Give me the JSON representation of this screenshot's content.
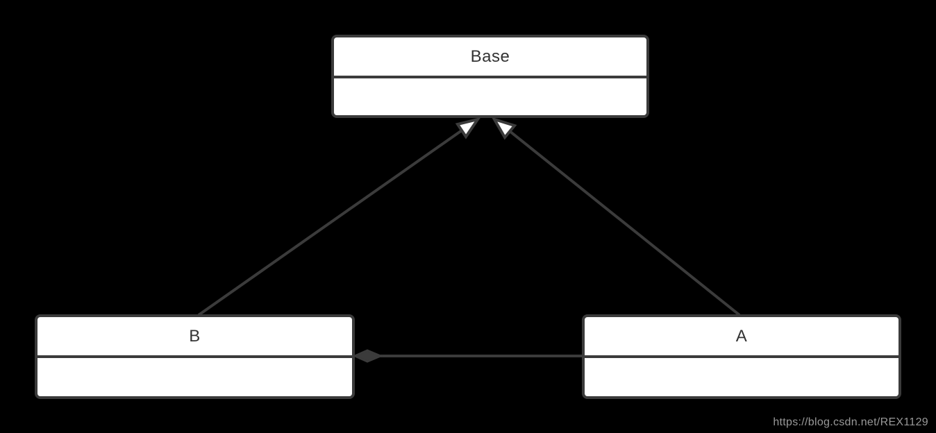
{
  "page": {
    "background": "#000000",
    "watermark": "https://blog.csdn.net/REX1129"
  },
  "colors": {
    "node_fill": "#ffffff",
    "node_border": "#3b3b3b",
    "node_text": "#333333",
    "edge": "#3b3b3b",
    "generalization_arrow_fill": "#ffffff",
    "composition_diamond_fill": "#3b3b3b",
    "watermark_text": "#999999"
  },
  "diagram": {
    "type": "uml-class-diagram",
    "nodes": {
      "base": {
        "label": "Base",
        "attributes_compartment": ""
      },
      "b": {
        "label": "B",
        "attributes_compartment": ""
      },
      "a": {
        "label": "A",
        "attributes_compartment": ""
      }
    },
    "edges": [
      {
        "from": "B",
        "to": "Base",
        "type": "generalization",
        "arrow_at": "Base"
      },
      {
        "from": "A",
        "to": "Base",
        "type": "generalization",
        "arrow_at": "Base"
      },
      {
        "from": "B",
        "to": "A",
        "type": "composition",
        "diamond_at": "B"
      }
    ]
  }
}
